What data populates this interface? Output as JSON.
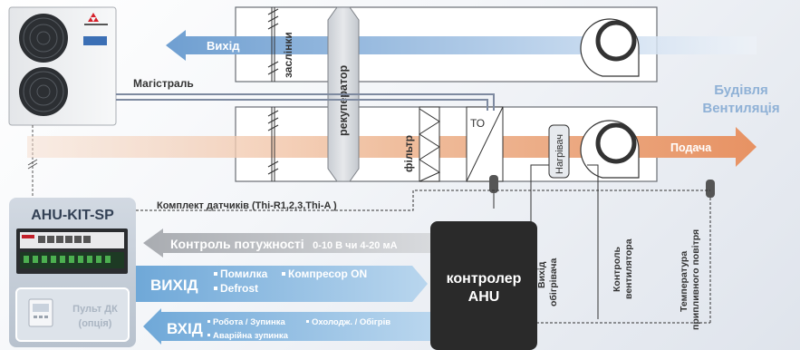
{
  "outdoor_unit": {
    "brand_icon": "mitsubishi-logo",
    "panel_label_icon": "brand-panel"
  },
  "duct": {
    "exhaust_label": "Вихід",
    "dampers_label": "заслінки",
    "recuperator_label": "рекуператор",
    "filter_label": "фільтр",
    "to_label": "ТО",
    "heater_label": "Нагрівач",
    "supply_label": "Подача"
  },
  "building": {
    "line1": "Будівля",
    "line2": "Вентиляція"
  },
  "main_line_label": "Магістраль",
  "kit": {
    "title": "AHU-KIT-SP",
    "remote_line1": "Пульт ДК",
    "remote_line2": "(опція)"
  },
  "sensors_label": "Комплект датчиків (Thi-R1,2,3,Thi-A )",
  "power_control": {
    "label": "Контроль потужності",
    "range": "0-10 В чи 4-20 мА"
  },
  "output": {
    "title": "ВИХІД",
    "item1": "Помилка",
    "item2": "Компресор ON",
    "item3": "Defrost"
  },
  "input": {
    "title": "ВХІД",
    "item1": "Робота / Зупинка",
    "item2": "Охолодж. / Обігрів",
    "item3": "Аварійна зупинка"
  },
  "controller": {
    "line1": "контролер",
    "line2": "AHU"
  },
  "vertical_labels": {
    "heater_out_1": "Вихід",
    "heater_out_2": "обігрівача",
    "fan_ctrl_1": "Контроль",
    "fan_ctrl_2": "вентилятора",
    "supply_temp_1": "Температура",
    "supply_temp_2": "припливного повітря"
  },
  "colors": {
    "exhaust_arrow": "#7aa6d4",
    "supply_arrow": "#e8a077",
    "controller": "#2a2a2a",
    "kit_panel": "#c7cfd9",
    "building_text": "#8fb1d6"
  }
}
